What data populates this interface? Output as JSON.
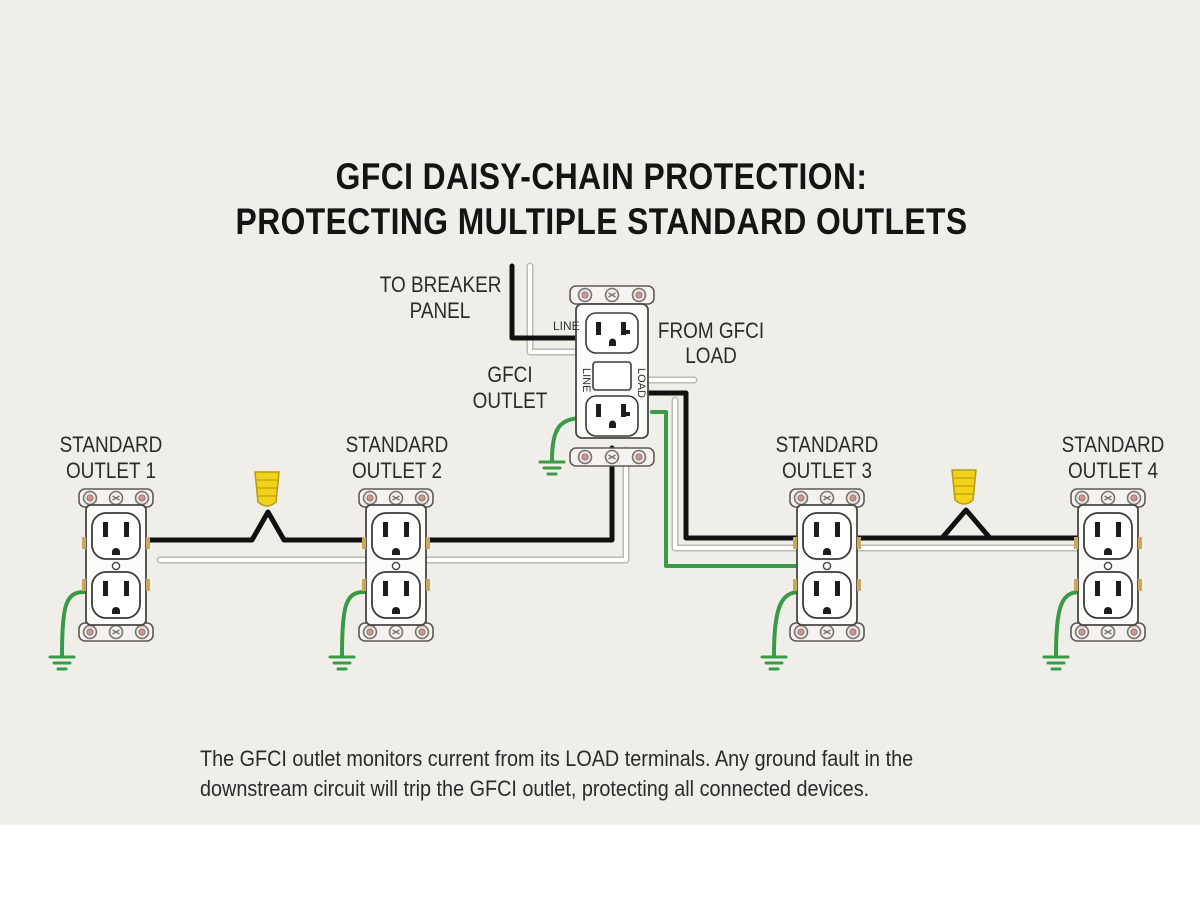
{
  "title": {
    "line1": "GFCI DAISY-CHAIN PROTECTION:",
    "line2": "PROTECTING MULTIPLE STANDARD OUTLETS"
  },
  "labels": {
    "breaker_line1": "TO BREAKER",
    "breaker_line2": "PANEL",
    "gfci_line1": "GFCI",
    "gfci_line2": "OUTLET",
    "load_line1": "FROM GFCI",
    "load_line2": "LOAD",
    "terminal_line": "LINE",
    "terminal_line_side": "LINE",
    "terminal_load_side": "LOAD"
  },
  "outlets": [
    {
      "line1": "STANDARD",
      "line2": "OUTLET 1"
    },
    {
      "line1": "STANDARD",
      "line2": "OUTLET 2"
    },
    {
      "line1": "STANDARD",
      "line2": "OUTLET 3"
    },
    {
      "line1": "STANDARD",
      "line2": "OUTLET 4"
    }
  ],
  "caption": {
    "line1": "The GFCI outlet monitors current from its LOAD terminals. Any ground fault in the",
    "line2": "downstream circuit will trip the GFCI outlet, protecting all connected devices."
  },
  "colors": {
    "background": "#efeee9",
    "hot_wire": "#111111",
    "neutral_wire": "#ffffff",
    "ground_wire": "#3a9a48",
    "wire_nut": "#f2d21b",
    "device": "#ffffff"
  },
  "icons": [
    "wire-nut-icon",
    "ground-symbol-icon",
    "screw-icon"
  ]
}
